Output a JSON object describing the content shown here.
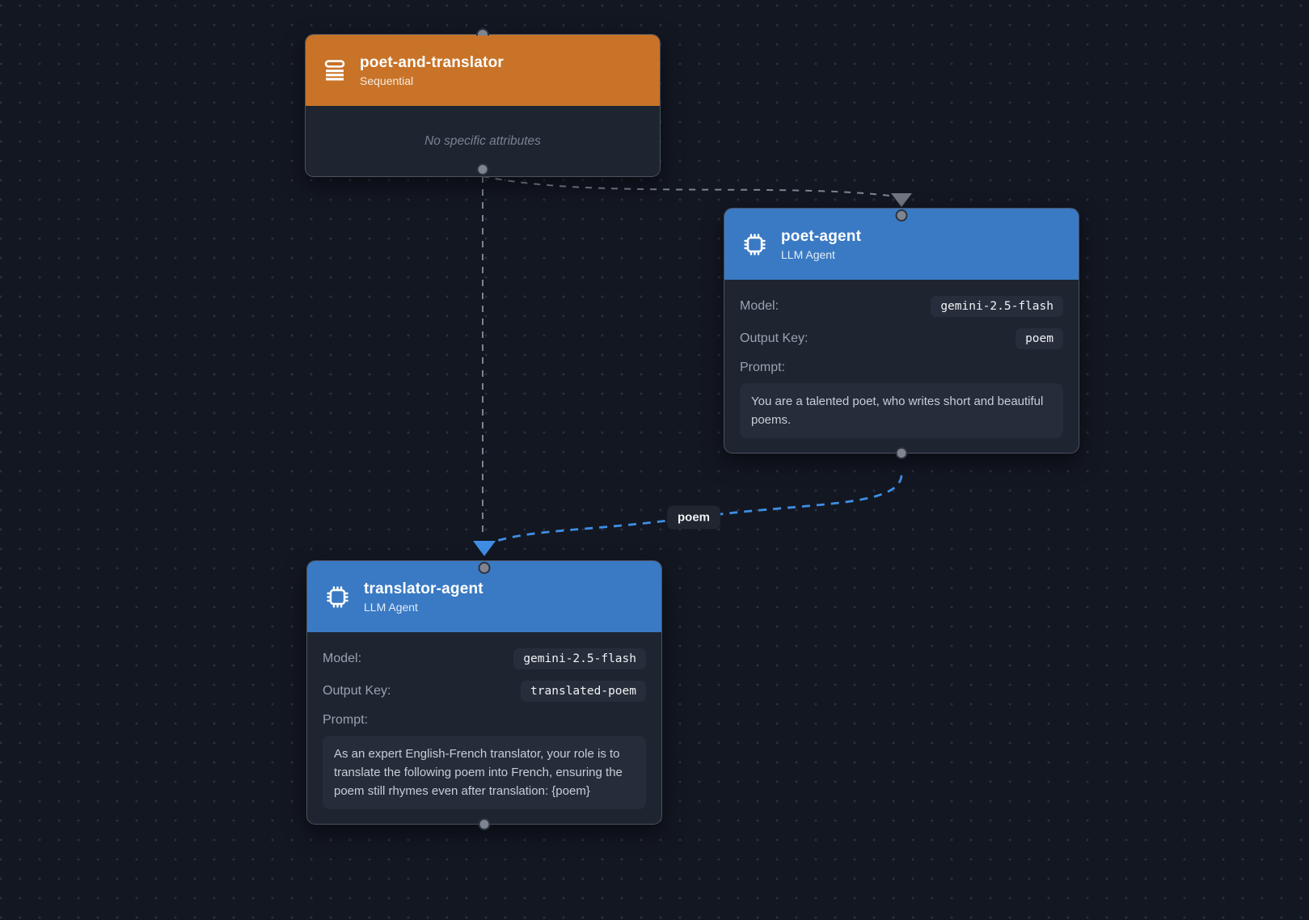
{
  "canvas": {
    "background_color": "#131722",
    "dot_color": "#2a303e"
  },
  "nodes": [
    {
      "id": "poet-and-translator",
      "title": "poet-and-translator",
      "subtitle": "Sequential",
      "icon": "list-icon",
      "header_color": "#c87328",
      "empty_text": "No specific attributes"
    },
    {
      "id": "poet-agent",
      "title": "poet-agent",
      "subtitle": "LLM Agent",
      "icon": "cpu-icon",
      "header_color": "#3a7ac4",
      "fields": [
        {
          "label": "Model:",
          "value": "gemini-2.5-flash"
        },
        {
          "label": "Output Key:",
          "value": "poem"
        }
      ],
      "prompt_label": "Prompt:",
      "prompt": "You are a talented poet, who writes short and beautiful poems."
    },
    {
      "id": "translator-agent",
      "title": "translator-agent",
      "subtitle": "LLM Agent",
      "icon": "cpu-icon",
      "header_color": "#3a7ac4",
      "fields": [
        {
          "label": "Model:",
          "value": "gemini-2.5-flash"
        },
        {
          "label": "Output Key:",
          "value": "translated-poem"
        }
      ],
      "prompt_label": "Prompt:",
      "prompt": "As an expert English-French translator, your role is to translate the following poem into French, ensuring the poem still rhymes even after translation: {poem}"
    }
  ],
  "edges": [
    {
      "from": "poet-and-translator",
      "to": "poet-agent",
      "style": "dashed",
      "color": "#7d8490",
      "label": ""
    },
    {
      "from": "poet-and-translator",
      "to": "translator-agent",
      "style": "dashed",
      "color": "#7d8490",
      "label": ""
    },
    {
      "from": "poet-agent",
      "to": "translator-agent",
      "style": "dashed",
      "color": "#3f8ee4",
      "label": "poem"
    }
  ]
}
